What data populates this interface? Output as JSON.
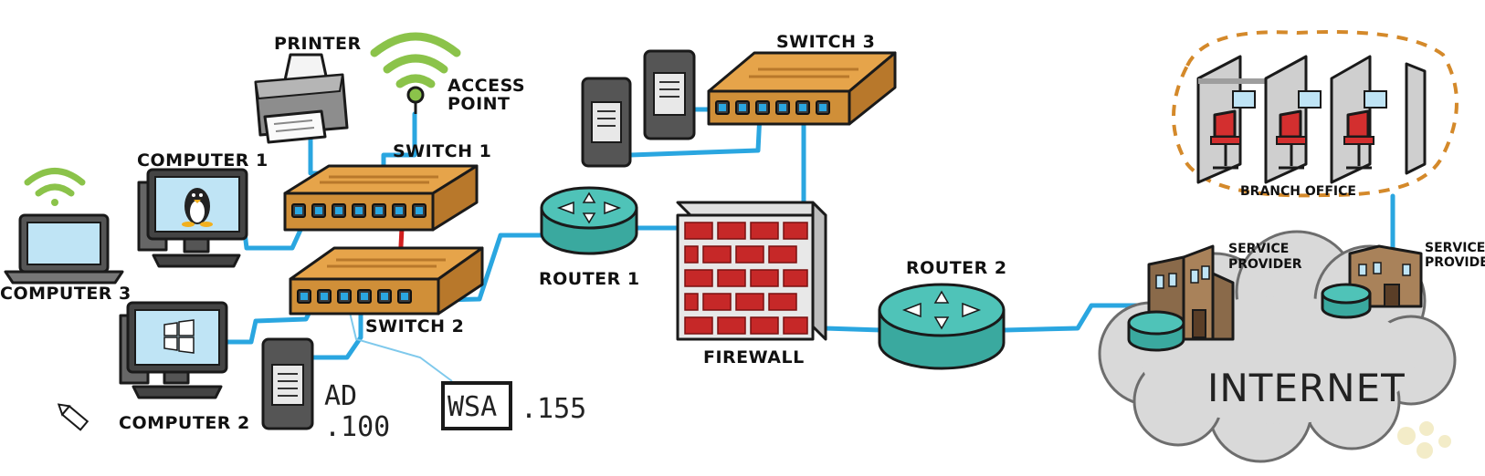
{
  "diagram": {
    "labels": {
      "printer": "PRINTER",
      "access_point_1": "ACCESS",
      "access_point_2": "POINT",
      "switch1": "SWITCH 1",
      "switch2": "SWITCH 2",
      "switch3": "SWITCH 3",
      "computer1": "COMPUTER 1",
      "computer2": "COMPUTER 2",
      "computer3": "COMPUTER 3",
      "router1": "ROUTER 1",
      "router2": "ROUTER 2",
      "firewall": "FIREWALL",
      "branch_office": "BRANCH OFFICE",
      "sp1_a": "SERVICE",
      "sp1_b": "PROVIDER",
      "sp2_a": "SERVICE",
      "sp2_b": "PROVIDER",
      "internet": "INTERNET"
    },
    "annotations": {
      "ad": "AD",
      "ad_ip": ".100",
      "wsa": "WSA",
      "wsa_ip": ".155"
    },
    "colors": {
      "cable": "#2aa6e0",
      "switch": "#e6a44a",
      "router": "#4fc3b8",
      "firewall_brick": "#c62828",
      "chair": "#d32f2f",
      "wifi": "#8bc34a",
      "cloud": "#d9d9d9"
    }
  }
}
